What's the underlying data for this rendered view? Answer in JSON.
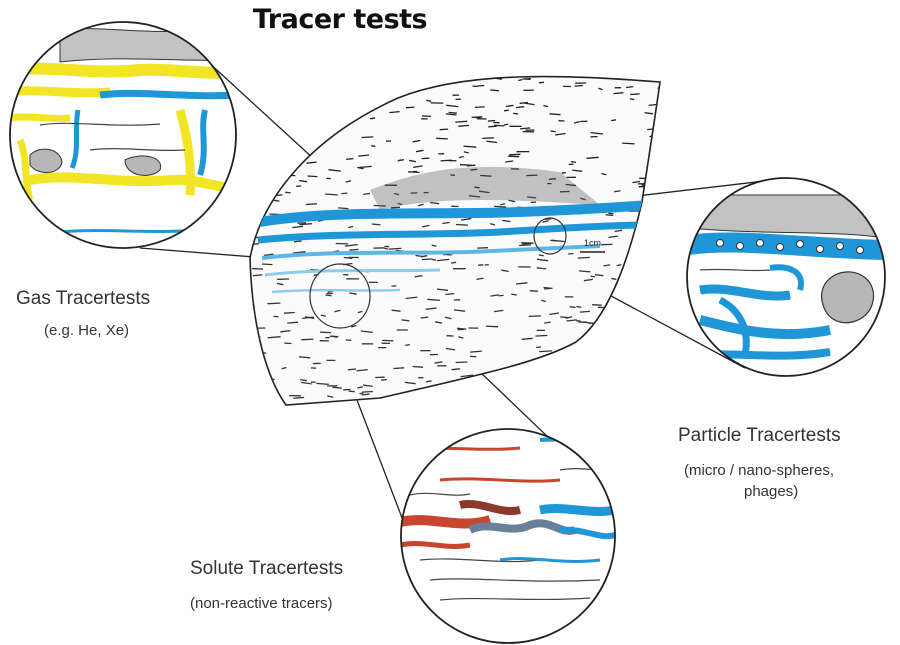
{
  "diagram": {
    "title": "Tracer tests",
    "scale_label": "1cm",
    "colors": {
      "fracture_blue": "#1f96d8",
      "gas_yellow": "#f2e526",
      "solute_red": "#c8452e",
      "grain_gray": "#b7b7b7",
      "outline": "#222222"
    },
    "labels": {
      "gas": {
        "name": "Gas Tracertests",
        "detail": "(e.g. He, Xe)"
      },
      "particle": {
        "name": "Particle Tracertests",
        "detail_line1": "(micro / nano-spheres,",
        "detail_line2": "phages)"
      },
      "solute": {
        "name": "Solute Tracertests",
        "detail": "(non-reactive tracers)"
      }
    }
  }
}
